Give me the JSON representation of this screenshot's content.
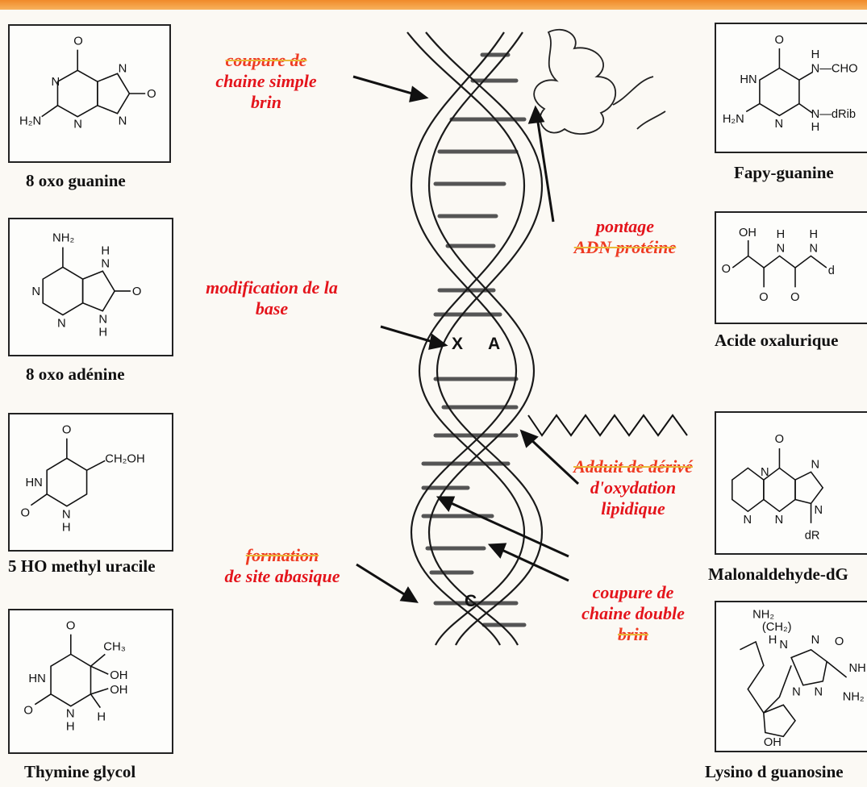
{
  "left_captions": {
    "oxo_guanine": "8 oxo guanine",
    "oxo_adenine": "8 oxo adénine",
    "ho_methyl_uracile": "5 HO methyl uracile",
    "thymine_glycol": "Thymine glycol"
  },
  "right_captions": {
    "fapy_guanine": "Fapy-guanine",
    "acide_oxalurique": "Acide oxalurique",
    "malonaldehyde": "Malonaldehyde-dG",
    "lysino": "Lysino d guanosine"
  },
  "labels": {
    "coupure_simple": [
      "coupure de",
      "chaine simple",
      "brin"
    ],
    "pontage": [
      "pontage",
      "ADN protéine"
    ],
    "modification": [
      "modification de la",
      "base"
    ],
    "adduit": [
      "Adduit de dérivé",
      "d'oxydation",
      "lipidique"
    ],
    "formation": [
      "formation",
      "de site abasique"
    ],
    "coupure_double": [
      "coupure de",
      "chaine double",
      "brin"
    ]
  },
  "helix_letters": {
    "x": "X",
    "a": "A",
    "c": "C"
  },
  "atoms": {
    "og": {
      "o": "O",
      "n1": "N",
      "n2": "N",
      "n3": "N",
      "n4": "N",
      "o2": "O",
      "h2n": "H₂N"
    },
    "oa": {
      "nh2": "NH₂",
      "n1": "N",
      "n2": "N",
      "h1": "H",
      "n3": "N",
      "n4": "N",
      "h2": "H",
      "o": "O"
    },
    "hu": {
      "o1": "O",
      "ch2oh": "CH₂OH",
      "hn": "HN",
      "o2": "O",
      "n": "N",
      "h": "H"
    },
    "tg": {
      "o1": "O",
      "ch3": "CH₃",
      "hn": "HN",
      "oh1": "OH",
      "oh2": "OH",
      "o2": "O",
      "n": "N",
      "h1": "H",
      "h2": "H"
    },
    "fg": {
      "o": "O",
      "h": "H",
      "ncho": "N—CHO",
      "hn": "HN",
      "h2n": "H₂N",
      "n": "N",
      "ndrib": "N—dRib",
      "h2": "H"
    },
    "ox": {
      "oh": "OH",
      "h1": "H",
      "h2": "H",
      "o1": "O",
      "n1": "N",
      "n2": "N",
      "d": "d",
      "o2": "O",
      "o3": "O"
    },
    "md": {
      "o": "O",
      "n1": "N",
      "n2": "N",
      "n3": "N",
      "n4": "N",
      "n5": "N",
      "dr": "dR"
    },
    "ly": {
      "nh2": "NH₂",
      "ch2": "(CH₂)",
      "h": "H",
      "n1": "N",
      "n2": "N",
      "o": "O",
      "nh": "NH",
      "n3": "N",
      "n4": "N",
      "nh2b": "NH₂",
      "oh": "OH"
    }
  }
}
